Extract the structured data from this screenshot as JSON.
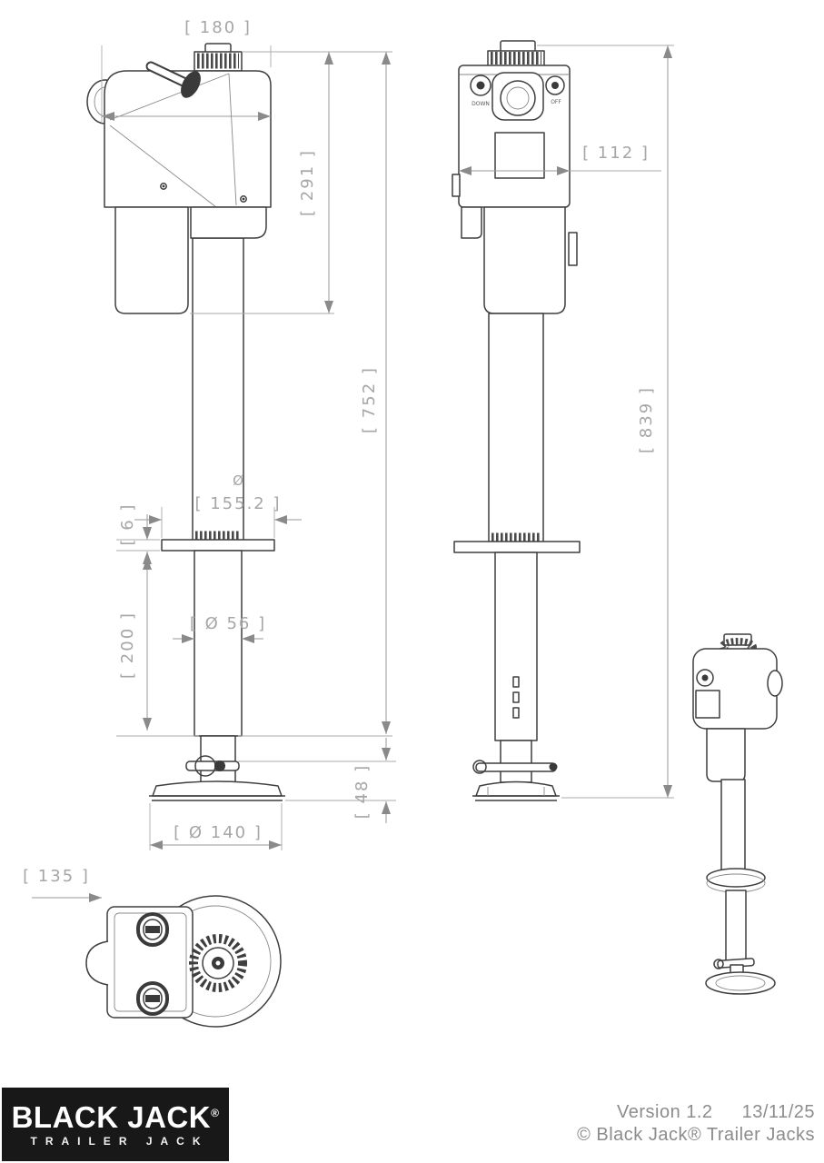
{
  "document": {
    "type": "technical-dimension-drawing",
    "subject": "Black Jack electric trailer jack"
  },
  "dims": {
    "head_width": "[ 180 ]",
    "head_height": "[ 291 ]",
    "body_depth": "[ 112 ]",
    "upper_assembly_length": "[ 752 ]",
    "overall_height": "[ 839 ]",
    "flange_dia_prefix": "Ø",
    "flange_dia": "[ 155.2 ]",
    "flange_thickness": "[ 6 ]",
    "inner_tube_length": "[ 200 ]",
    "tube_dia": "[ Ø 56 ]",
    "foot_height": "[ 48 ]",
    "foot_dia": "[ Ø 140 ]",
    "bracket_width": "[ 135 ]"
  },
  "front_view": {
    "left_switch_label": "DOWN",
    "right_switch_label": "OFF"
  },
  "logo": {
    "brand": "BLACK JACK",
    "registered": "®",
    "tagline": "TRAILER JACK"
  },
  "footer": {
    "version": "Version 1.2",
    "date": "13/11/25",
    "copyright": "© Black Jack® Trailer Jacks"
  },
  "colors": {
    "part_line": "#3f3f3f",
    "dimension_line": "#9a9a9a",
    "dimension_text": "#a6a6a6",
    "logo_background": "#181818",
    "footer_text": "#8c8c8c",
    "background": "#ffffff"
  }
}
